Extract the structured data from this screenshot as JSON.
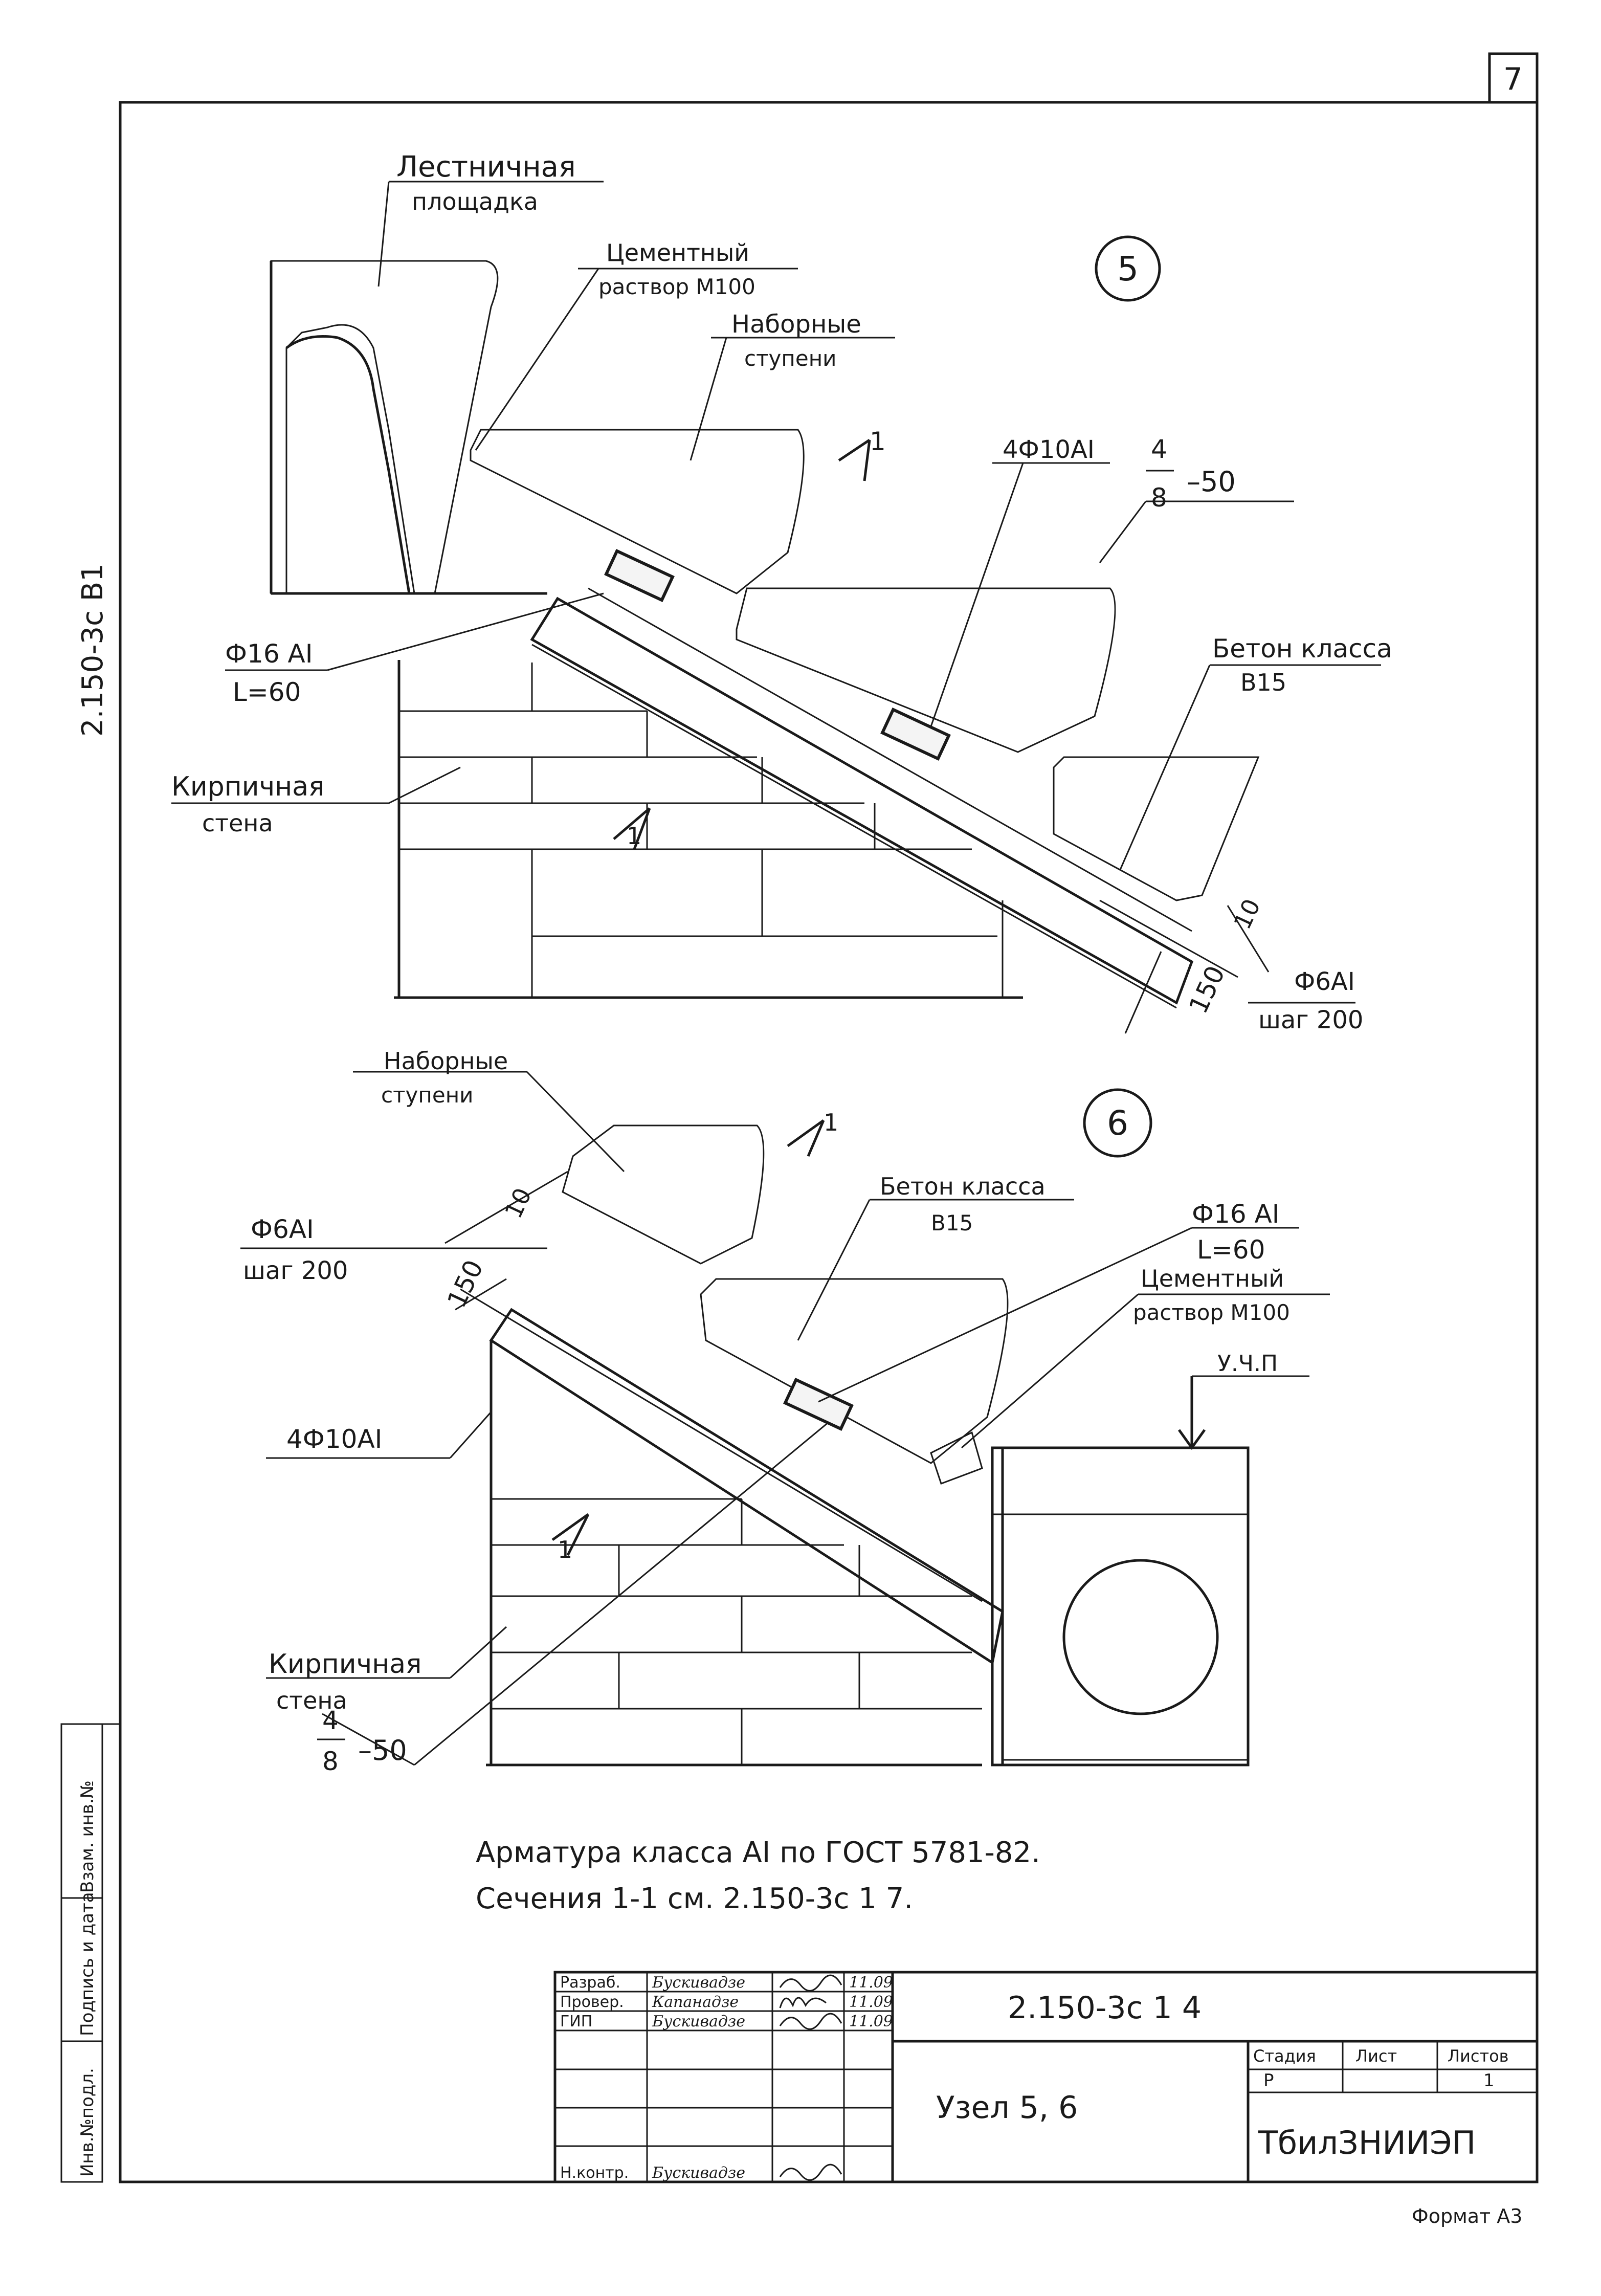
{
  "sheet": {
    "number": "7",
    "side_code": "2.150-3с В1",
    "format": "Формат А3"
  },
  "node5": {
    "marker": "5",
    "labels": {
      "landing_1": "Лестничная",
      "landing_2": "площадка",
      "mortar_1": "Цементный",
      "mortar_2": "раствор М100",
      "steps_1": "Наборные",
      "steps_2": "ступени",
      "rebar_main": "4Ф10АI",
      "stirrup_num": "4",
      "stirrup_den": "8",
      "stirrup_suffix": "–50",
      "concrete_1": "Бетон класса",
      "concrete_2": "В15",
      "anchor_1": "Ф16 АI",
      "anchor_2": "L=60",
      "wall_1": "Кирпичная",
      "wall_2": "стена",
      "dim_10": "10",
      "dim_150": "150",
      "dist_1": "Ф6АI",
      "dist_2": "шаг 200",
      "section_mark": "1"
    }
  },
  "node6": {
    "marker": "6",
    "labels": {
      "steps_1": "Наборные",
      "steps_2": "ступени",
      "concrete_1": "Бетон класса",
      "concrete_2": "В15",
      "anchor_1": "Ф16 АI",
      "anchor_2": "L=60",
      "dist_1": "Ф6АI",
      "dist_2": "шаг 200",
      "mortar_1": "Цементный",
      "mortar_2": "раствор М100",
      "level": "У.Ч.П",
      "dim_10": "10",
      "dim_150": "150",
      "rebar_main": "4Ф10АI",
      "wall_1": "Кирпичная",
      "wall_2": "стена",
      "stirrup_num": "4",
      "stirrup_den": "8",
      "stirrup_suffix": "–50",
      "section_mark": "1"
    }
  },
  "notes": {
    "line1": "Арматура класса АI по ГОСТ 5781-82.",
    "line2": "Сечения 1-1 см. 2.150-3с 1 7."
  },
  "left_stamp": {
    "col1": "Инв.№подл.",
    "col2": "Подпись и дата",
    "col3": "Взам. инв.№"
  },
  "title_block": {
    "rows": [
      {
        "role": "Разраб.",
        "name": "Бускивадзе",
        "date": "11.09"
      },
      {
        "role": "Провер.",
        "name": "Капанадзе",
        "date": "11.09"
      },
      {
        "role": "ГИП",
        "name": "Бускивадзе",
        "date": "11.09"
      },
      {
        "role": "",
        "name": "",
        "date": ""
      },
      {
        "role": "",
        "name": "",
        "date": ""
      },
      {
        "role": "",
        "name": "",
        "date": ""
      },
      {
        "role": "Н.контр.",
        "name": "Бускивадзе",
        "date": ""
      }
    ],
    "doc_code": "2.150-3с 1 4",
    "title": "Узел 5, 6",
    "stage_header": "Стадия",
    "sheet_header": "Лист",
    "sheets_header": "Листов",
    "stage": "Р",
    "sheet": "",
    "sheets": "1",
    "org": "ТбилЗНИИЭП"
  }
}
